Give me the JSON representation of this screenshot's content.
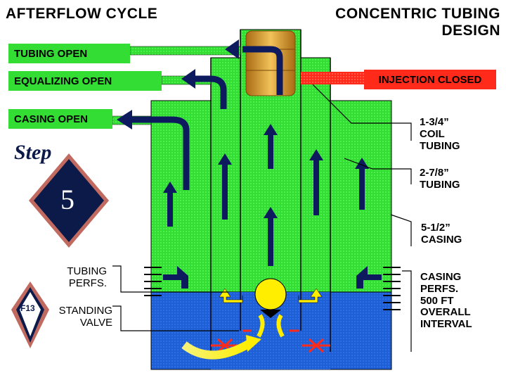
{
  "title_left": "AFTERFLOW CYCLE",
  "title_right_line1": "CONCENTRIC TUBING",
  "title_right_line2": "DESIGN",
  "valves": {
    "tubing": "TUBING OPEN",
    "equalizing": "EQUALIZING OPEN",
    "casing": "CASING OPEN",
    "injection": "INJECTION CLOSED"
  },
  "step_word": "Step",
  "step_number": "5",
  "labels": {
    "coil_1": "1-3/4”",
    "coil_2": "COIL",
    "coil_3": "TUBING",
    "tubing_1": "2-7/8”",
    "tubing_2": "TUBING",
    "casing_1": "5-1/2”",
    "casing_2": "CASING",
    "casing_perfs_1": "CASING",
    "casing_perfs_2": "PERFS.",
    "casing_perfs_3": "500 FT",
    "casing_perfs_4": "OVERALL",
    "casing_perfs_5": "INTERVAL",
    "tubing_perfs_1": "TUBING",
    "tubing_perfs_2": "PERFS.",
    "standing_valve_1": "STANDING",
    "standing_valve_2": "VALVE"
  },
  "logo_text": "F13",
  "colors": {
    "annulus_green": "#33dd33",
    "fluid_blue": "#1f5fd6",
    "arrow_navy": "#0d1a5e",
    "closed_red": "#ff2a1a",
    "valve_yellow": "#ffee00",
    "diamond_navy": "#0c1a4a",
    "diamond_border": "#b8453a"
  }
}
